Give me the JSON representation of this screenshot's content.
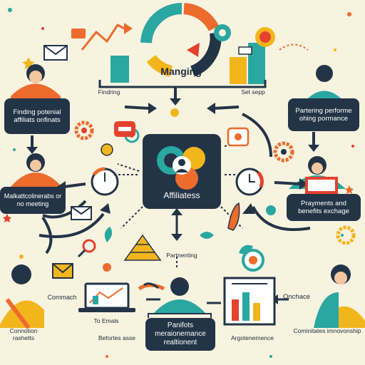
{
  "labels": {
    "manging": "Manging",
    "finding_small": "Findring",
    "set_sepp": "Set sepp",
    "finding_box": "Finding potenial affiliats onfinats",
    "partering_box": "Partering performe ohing pormance",
    "center": "Affiliatess",
    "left_mid_box": "Malkattcolinerabs or no meeting",
    "right_mid_box": "Prayments and benefits exchage",
    "partnering": "Partnenting",
    "commach": "Commach",
    "emails": "To Emals",
    "befortes": "Befortes asse",
    "bottom_center_box": "Panifots meraionemance realtionent",
    "onchace": "Onchace",
    "connotion": "Connotion rashetts",
    "argote": "Argotenemence",
    "comintates": "Cominitates imnovonship"
  },
  "colors": {
    "background": "#f7f3df",
    "navy": "#233447",
    "teal": "#2aa7a1",
    "orange": "#ec6b2d",
    "yellow": "#f3b51c",
    "red": "#e5412f"
  },
  "icons": [
    "gear-icon",
    "envelope-icon",
    "clock-icon",
    "rocket-icon",
    "pyramid-chart-icon",
    "bar-chart-icon",
    "laptop-icon",
    "handshake-icon",
    "person-icon",
    "lightbulb-icon"
  ]
}
